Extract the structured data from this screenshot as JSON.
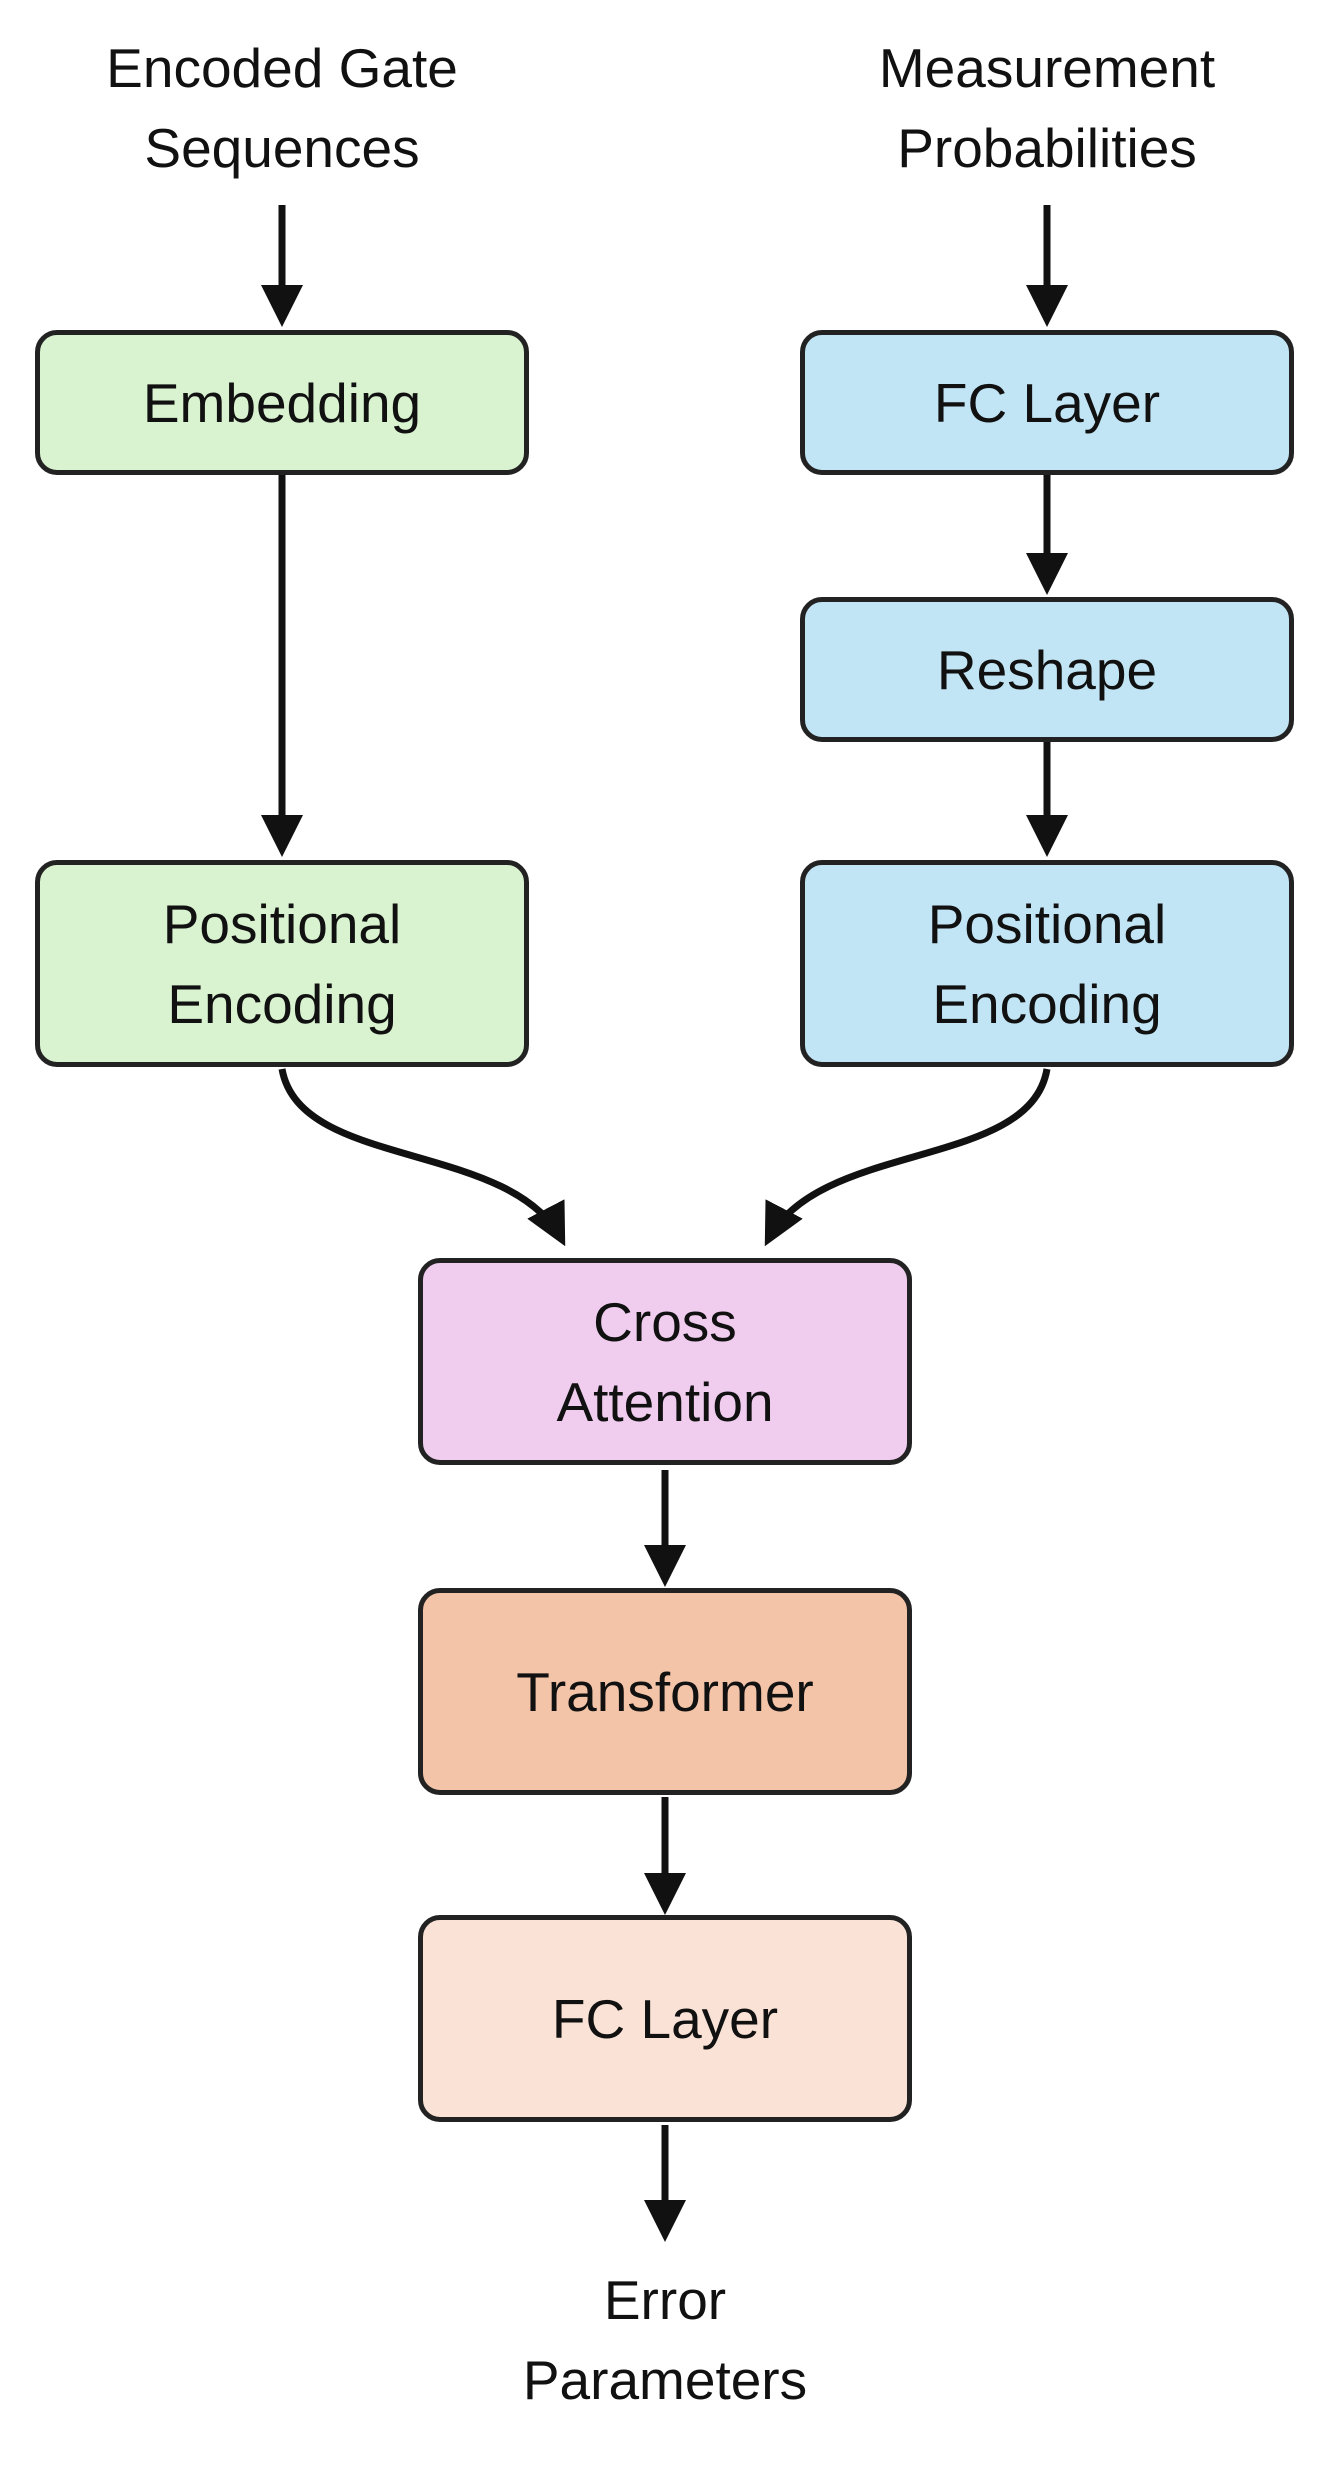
{
  "inputs": {
    "left": "Encoded Gate\nSequences",
    "right": "Measurement\nProbabilities"
  },
  "left_branch": {
    "embedding": "Embedding",
    "positional_encoding": "Positional\nEncoding"
  },
  "right_branch": {
    "fc_layer": "FC Layer",
    "reshape": "Reshape",
    "positional_encoding": "Positional\nEncoding"
  },
  "merge": {
    "cross_attention": "Cross\nAttention",
    "transformer": "Transformer",
    "fc_layer": "FC Layer"
  },
  "output": "Error\nParameters",
  "colors": {
    "left_branch": "#d9f2d0",
    "right_branch": "#c2e5f5",
    "cross_attention": "#f0cdee",
    "transformer": "#f4c4a9",
    "fc_layer_output": "#fae3d6",
    "stroke": "#222222"
  }
}
